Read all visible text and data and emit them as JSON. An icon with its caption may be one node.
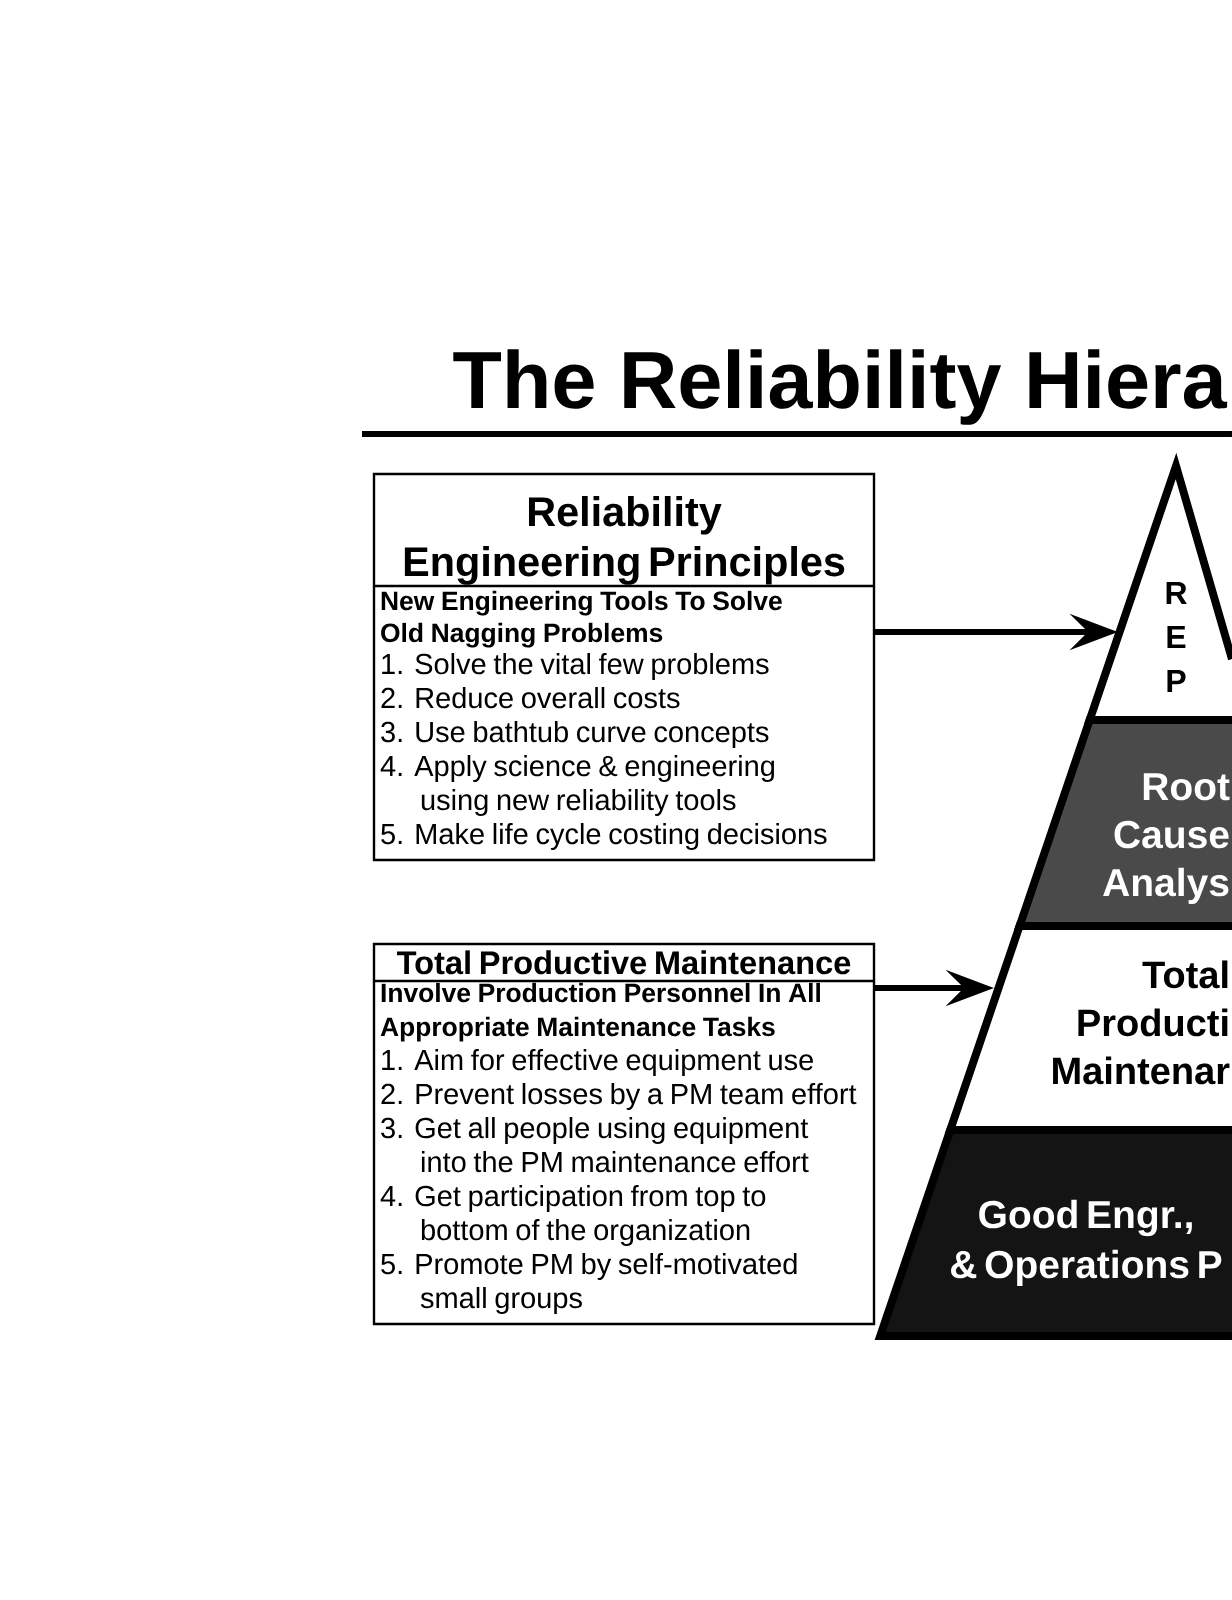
{
  "diagram": {
    "title": "The Reliability Hiera",
    "nodes": [
      {
        "text": [
          "Reliability Engineering Principles",
          "New Engineering Tools To Solve Old Nagging Problems",
          "1. Solve the vital few problems",
          "2. Reduce overall costs",
          "3. Use bathtub curve concepts",
          "4. Apply science & engineering using new reliability tools",
          "5. Make life cycle costing decisions"
        ]
      },
      {
        "text": [
          "Total Productive Maintenance",
          "Involve Production Personnel In All Appropriate Maintenance Tasks",
          "1. Aim for effective equipment use",
          "2. Prevent losses by a PM team effort",
          "3. Get all people using equipment into the PM maintenance effort",
          "4. Get participation from top to bottom of the organization",
          "5. Promote PM by self-motivated small groups"
        ]
      },
      {
        "text": [
          "R E P"
        ]
      },
      {
        "text": [
          "Root Cause Analys"
        ]
      },
      {
        "text": [
          "Total Producti Maintenar"
        ]
      },
      {
        "text": [
          "Good Engr., & Operations P"
        ]
      }
    ],
    "edges": [
      {
        "from": 0,
        "to": 2,
        "arrow": "to"
      },
      {
        "from": 1,
        "to": 4,
        "arrow": "to"
      }
    ]
  }
}
